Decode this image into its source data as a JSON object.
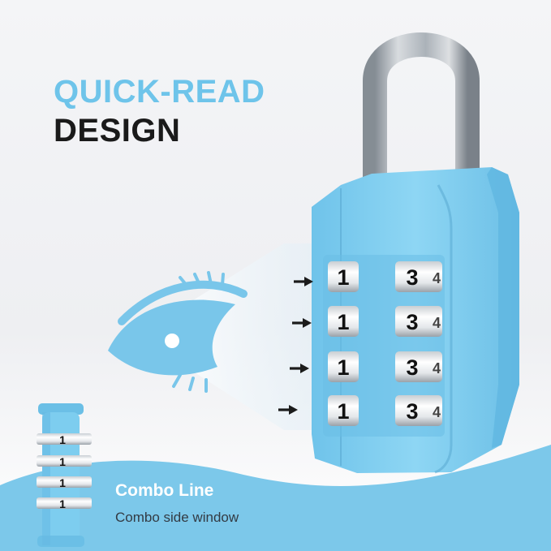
{
  "headline": {
    "line1": "QUICK-READ",
    "line2": "DESIGN",
    "line1_color": "#6ec4ea",
    "line2_color": "#1a1a1a"
  },
  "caption": {
    "title": "Combo Line",
    "subtitle": "Combo side window"
  },
  "colors": {
    "lock_body": "#7dcdef",
    "lock_shadow": "#5fb6e0",
    "wave": "#7cc8ea",
    "eye": "#79c6ea",
    "shackle": "#c7ccd1",
    "arrow": "#1b1b1b"
  },
  "lock": {
    "dial_rows": [
      {
        "left": "1",
        "right": "3",
        "right_partial": "4"
      },
      {
        "left": "1",
        "right": "3",
        "right_partial": "4"
      },
      {
        "left": "1",
        "right": "3",
        "right_partial": "4"
      },
      {
        "left": "1",
        "right": "3",
        "right_partial": "4"
      }
    ]
  },
  "side_view": {
    "dial_rows": [
      {
        "digit": "1"
      },
      {
        "digit": "1"
      },
      {
        "digit": "1"
      },
      {
        "digit": "1"
      }
    ]
  },
  "icons": [
    "eye-icon",
    "arrow-right-icon",
    "padlock-illustration"
  ]
}
